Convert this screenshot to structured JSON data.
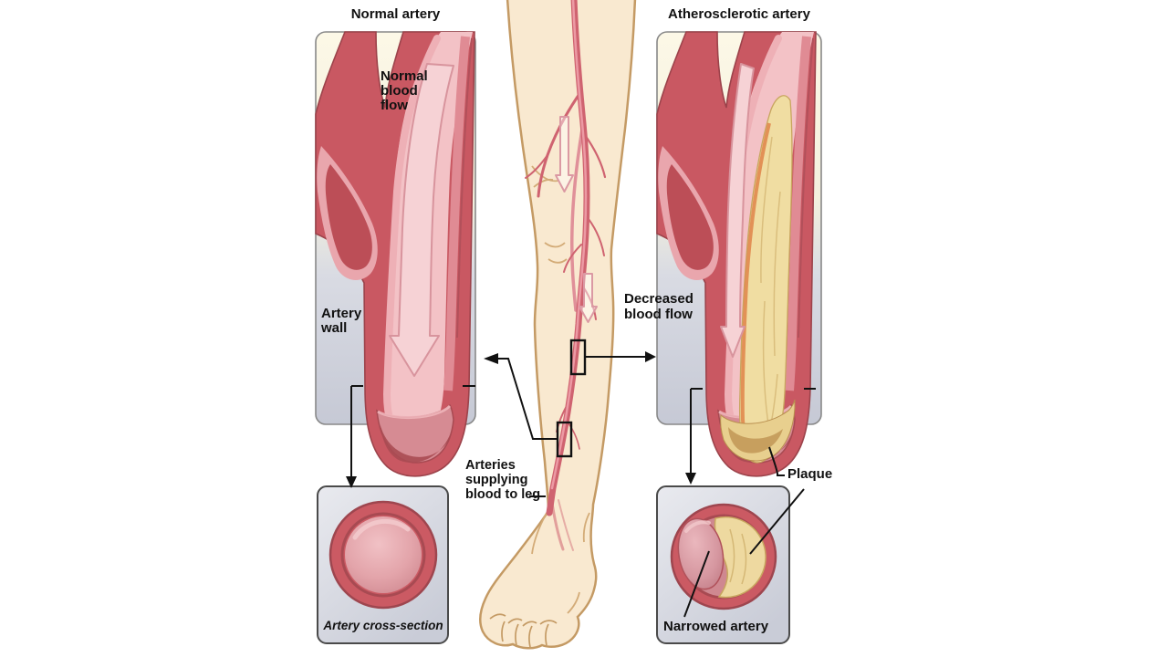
{
  "left_panel": {
    "title": "Normal artery",
    "flow_label": "Normal\nblood\nflow",
    "wall_label": "Artery\nwall",
    "cross_section_caption": "Artery cross-section"
  },
  "right_panel": {
    "title": "Atherosclerotic artery",
    "flow_label": "Decreased\nblood flow",
    "plaque_label": "Plaque",
    "narrowed_label": "Narrowed artery"
  },
  "leg": {
    "arteries_label": "Arteries\nsupplying\nblood to leg"
  },
  "palette": {
    "artery_wall_red": "#c95862",
    "artery_wall_dark": "#9c434b",
    "artery_lining_pink": "#eba9af",
    "lumen_pink": "#f3c2c6",
    "flow_arrow_pink": "#f6d2d5",
    "plaque_yellow": "#f0dda2",
    "plaque_shadow_tan": "#c79f5e",
    "plaque_edge_orange": "#e0884e",
    "panel_cream": "#fcf8e7",
    "panel_grey": "#c6c9d5",
    "box_grey": "#d2d4dd",
    "skin": "#f9e9d0",
    "skin_outline": "#c49a64",
    "leg_artery_red": "#cf6370",
    "connector_black": "#111111"
  }
}
